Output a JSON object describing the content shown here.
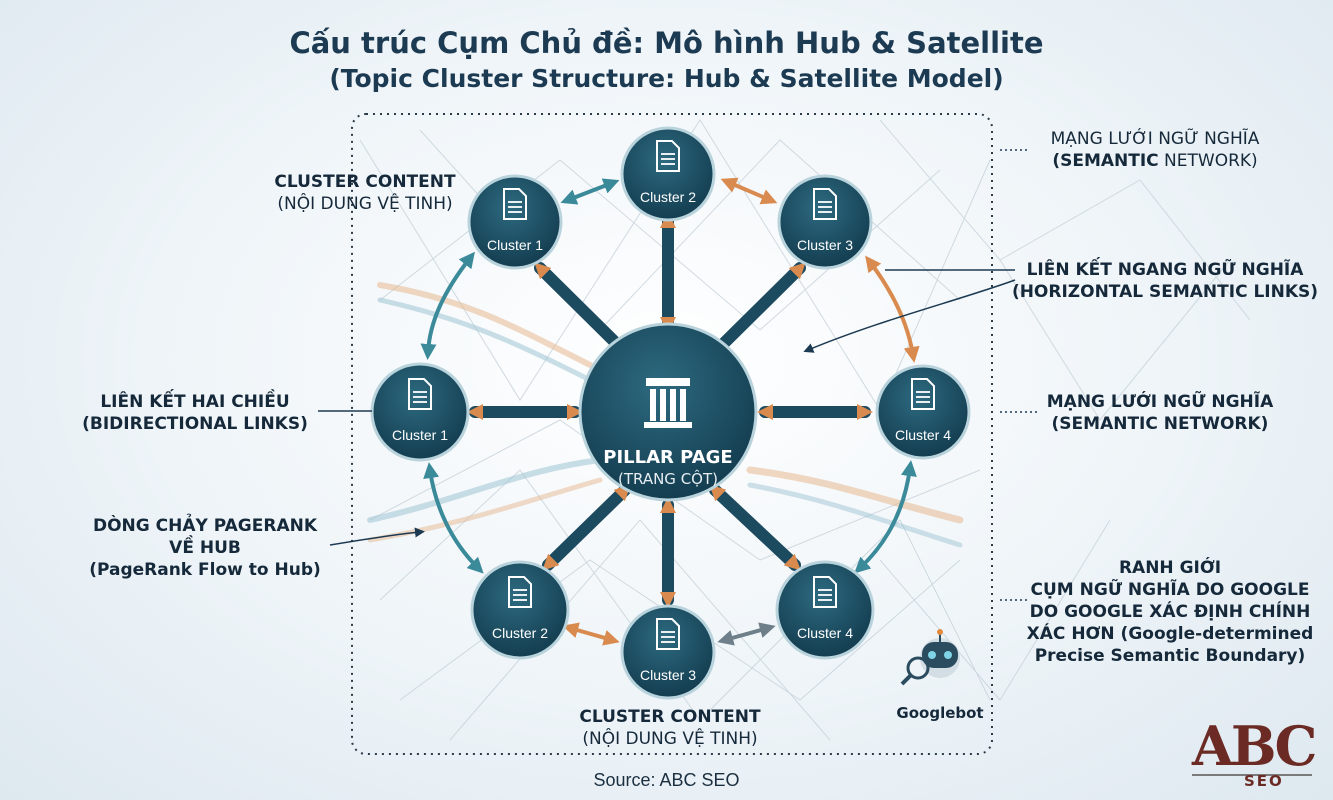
{
  "title": {
    "line1": "Cấu trúc Cụm Chủ đề: Mô hình Hub & Satellite",
    "line2": "(Topic Cluster Structure: Hub & Satellite Model)"
  },
  "hub": {
    "line1": "PILLAR PAGE",
    "line2": "(TRANG CỘT)"
  },
  "clusters": [
    {
      "id": "top-1",
      "label": "Cluster 1"
    },
    {
      "id": "top-2",
      "label": "Cluster 2"
    },
    {
      "id": "top-3",
      "label": "Cluster 3"
    },
    {
      "id": "left",
      "label": "Cluster 1"
    },
    {
      "id": "right",
      "label": "Cluster 4"
    },
    {
      "id": "bottom-2",
      "label": "Cluster 2"
    },
    {
      "id": "bottom-3",
      "label": "Cluster 3"
    },
    {
      "id": "bottom-4",
      "label": "Cluster 4"
    }
  ],
  "annotations": {
    "cluster_content_top": {
      "line1": "CLUSTER CONTENT",
      "line2": "(NỘI DUNG VỆ TINH)"
    },
    "bidirectional": {
      "line1": "LIÊN KẾT HAI CHIỀU",
      "line2": "(BIDIRECTIONAL LINKS)"
    },
    "pagerank": {
      "line1": "DÒNG CHẢY PAGERANK",
      "line2": "VỀ HUB",
      "line3": "(PageRank Flow to Hub)"
    },
    "cluster_content_bottom": {
      "line1": "CLUSTER CONTENT",
      "line2": "(NỘI DUNG VỆ TINH)"
    },
    "semantic_top": {
      "line1": "MẠNG LƯỚI NGỮ NGHĨA",
      "line2a": "(SEMANTIC",
      "line2b": " NETWORK)"
    },
    "horizontal": {
      "line1": "LIÊN KẾT NGANG NGỮ NGHĨA",
      "line2": "(HORIZONTAL SEMANTIC LINKS)"
    },
    "semantic_mid": {
      "line1": "MẠNG LƯỚI NGỮ NGHĨA",
      "line2": "(SEMANTIC NETWORK)"
    },
    "boundary": {
      "line1": "RANH GIỚI",
      "line2": "CỤM NGỮ NGHĨA DO GOOGLE",
      "line3": "DO GOOGLE XÁC ĐỊNH CHÍNH",
      "line4": "XÁC HƠN (Google-determined",
      "line5": "Precise Semantic Boundary)"
    }
  },
  "googlebot": {
    "label": "Googlebot"
  },
  "source": "Source: ABC SEO",
  "logo": {
    "text": "ABC",
    "sub": "SEO"
  },
  "colors": {
    "node": "#1d4f63",
    "node_border": "#b9d3dd",
    "arrow_dark": "#1c4a5e",
    "arrow_orange": "#d98a4e",
    "arrow_teal": "#3a8a9a"
  }
}
